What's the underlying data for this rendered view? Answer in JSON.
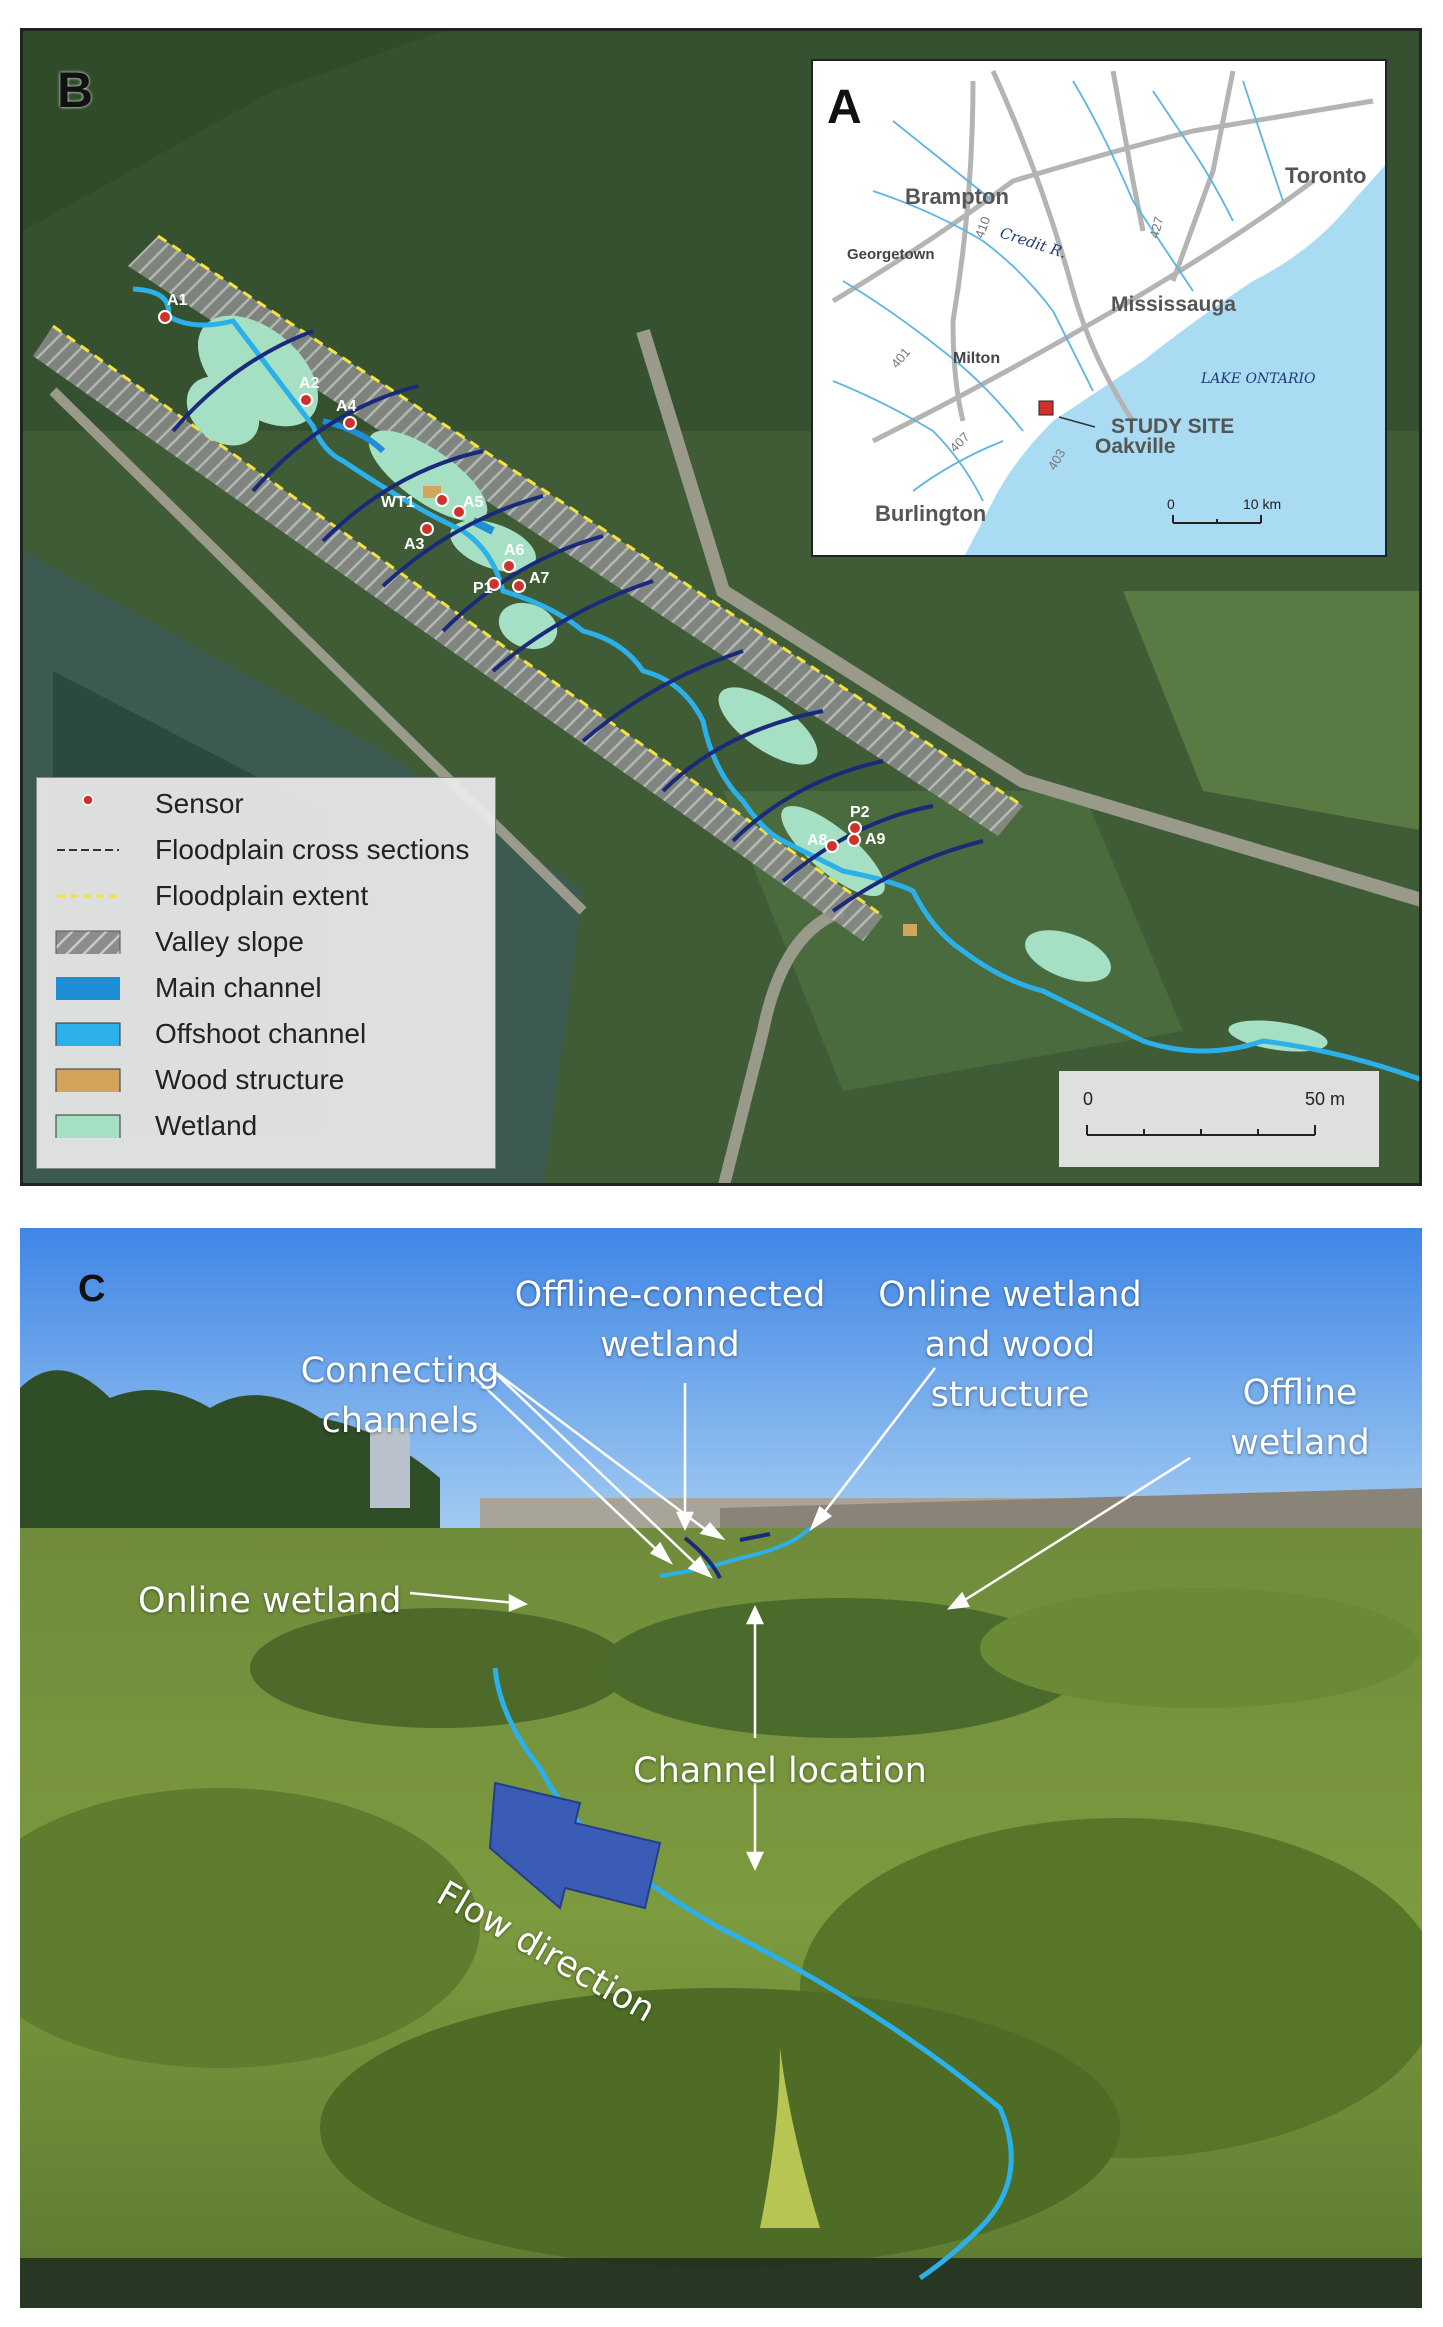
{
  "panel_b": {
    "label": "B",
    "sensors": [
      "A1",
      "A2",
      "A4",
      "WT1",
      "A5",
      "A3",
      "A6",
      "P1",
      "A7",
      "P2",
      "A8",
      "A9"
    ],
    "legend": {
      "sensor": "Sensor",
      "cross_sections": "Floodplain cross sections",
      "extent": "Floodplain extent",
      "valley_slope": "Valley slope",
      "main_channel": "Main channel",
      "offshoot_channel": "Offshoot channel",
      "wood_structure": "Wood structure",
      "wetland": "Wetland"
    },
    "scale": {
      "zero": "0",
      "end": "50 m"
    },
    "colors": {
      "sensor": "#d0312d",
      "extent": "#f5e23b",
      "main_channel": "#1e8fd6",
      "offshoot_channel": "#2bb0ea",
      "wood_structure": "#d3a55c",
      "wetland": "#a6e0c4",
      "cross_section": "#1a2a7a"
    }
  },
  "inset_a": {
    "label": "A",
    "cities": [
      "Brampton",
      "Toronto",
      "Georgetown",
      "Mississauga",
      "Milton",
      "Burlington",
      "Oakville"
    ],
    "river": "Credit R.",
    "lake": "LAKE ONTARIO",
    "study_site": "STUDY SITE",
    "highways": [
      "410",
      "427",
      "401",
      "407",
      "403"
    ],
    "scale": {
      "zero": "0",
      "end": "10 km"
    }
  },
  "panel_c": {
    "label": "C",
    "labels": {
      "offline_connected": "Offline-connected wetland",
      "online_wood": "Online wetland and wood structure",
      "connecting": "Connecting channels",
      "offline": "Offline wetland",
      "online": "Online wetland",
      "channel_location": "Channel location",
      "flow_direction": "Flow direction"
    }
  }
}
